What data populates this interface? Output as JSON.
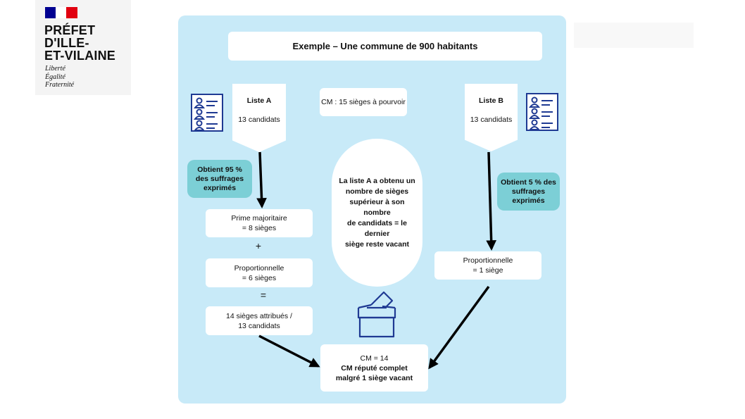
{
  "header": {
    "prefecture": [
      "PRÉFET",
      "D'ILLE-",
      "ET-VILAINE"
    ],
    "motto": [
      "Liberté",
      "Égalité",
      "Fraternité"
    ],
    "flag_colors": [
      "#000091",
      "#ffffff",
      "#e1000f"
    ]
  },
  "diagram": {
    "title": "Exemple – Une commune de 900 habitants",
    "seats_to_fill": "CM : 15 sièges à pourvoir",
    "list_a": {
      "name": "Liste A",
      "candidates": "13 candidats",
      "result": [
        "Obtient 95 %",
        "des suffrages",
        "exprimés"
      ],
      "majority_bonus": [
        "Prime majoritaire",
        "= 8  sièges"
      ],
      "plus": "+",
      "proportional": [
        "Proportionnelle",
        "= 6 sièges"
      ],
      "equals": "=",
      "total": [
        "14 sièges attribués /",
        "13 candidats"
      ]
    },
    "list_b": {
      "name": "Liste B",
      "candidates": "13 candidats",
      "result": [
        "Obtient 5 % des",
        "suffrages",
        "exprimés"
      ],
      "proportional": [
        "Proportionnelle",
        "= 1 siège"
      ]
    },
    "note": [
      "La liste A a obtenu un",
      "nombre de sièges",
      "supérieur à son nombre",
      "de candidats = le dernier",
      "siège reste vacant"
    ],
    "result": {
      "cm": "CM = 14",
      "status": [
        "CM réputé complet",
        "malgré 1 siège vacant"
      ]
    },
    "icons": [
      "candidate-list-icon",
      "candidate-list-icon",
      "ballot-box-icon"
    ],
    "colors": {
      "panel": "#c8eaf8",
      "teal": "#7ccfd6",
      "icon_blue": "#1f3a93",
      "arrow": "#000000"
    }
  }
}
